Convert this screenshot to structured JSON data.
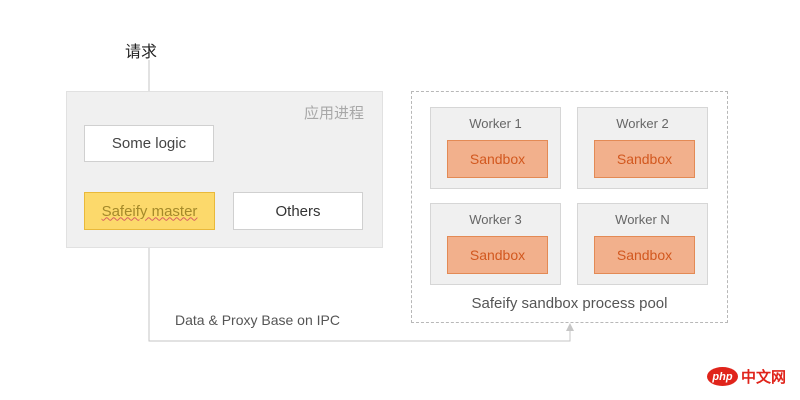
{
  "request": {
    "label": "请求"
  },
  "app_process": {
    "title": "应用进程",
    "some_logic": "Some logic",
    "master": "Safeify master",
    "others": "Others"
  },
  "pool": {
    "label": "Safeify sandbox process pool",
    "workers": [
      {
        "label": "Worker 1",
        "sandbox": "Sandbox"
      },
      {
        "label": "Worker 2",
        "sandbox": "Sandbox"
      },
      {
        "label": "Worker 3",
        "sandbox": "Sandbox"
      },
      {
        "label": "Worker N",
        "sandbox": "Sandbox"
      }
    ]
  },
  "ipc": {
    "label": "Data & Proxy Base on IPC"
  },
  "logo": {
    "mark": "php",
    "text": "中文网"
  },
  "colors": {
    "master_fill": "#fcd96b",
    "sandbox_fill": "#f2b08c",
    "sandbox_text": "#d2581f",
    "connector": "#c6c6c6",
    "logo_red": "#e0241b"
  }
}
